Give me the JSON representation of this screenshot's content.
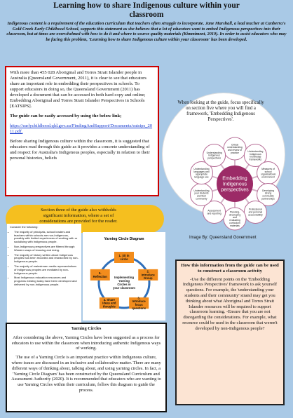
{
  "title": "Learning how to share Indigenous culture within your classroom",
  "intro": "Indigenous content is a requirement of the education curriculum that teachers often struggle to incorporate. Jane Marshall, a lead teacher at Canberra's Gold Creek Early Childhood School, supports this statement as she believes that a lot of educators want to embed Indigenous perspectives into their classroom, but at times are overwhelmed with how to do it and where to source quality materials (Kimmiment, 2019). In order to assist educators who may be facing this problem, 'Learning how to share Indigenous culture within your classroom' has been developed.",
  "box1": {
    "p1": "With more than 455 028 Aboriginal and Torres Strait Islander people in Australia (Queensland Government, 2011), it is clear to see that educators share an important role in embedding their perspectives in schools. To support educators in doing so, the Queensland Government (2011) has developed a document that can be accessed in both hard copy and online; Embedding Aboriginal and Torres Strait Islander Perspectives in Schools [EATSIPS].",
    "link_heading": "The guide can be easily accessed by using the below link;",
    "link": "https://earlychildhood.qld.gov.au/FindingAndSupport/Documents/eatsips_2011.pdf.",
    "p2": "Before sharing Indigenous culture within the classroom, it is suggested that educators read through this guide as it provides a concrete understanding of and respect for Australia's Indigenous peoples, especially in relation to their personal histories, beliefs"
  },
  "framework_note": "When looking at the guide, focus specifically on section five where you will find a framework, 'Embedding Indigenous Perspectives'.",
  "framework": {
    "center": "Embedding Indigenous perspectives",
    "petals": [
      "Critical understanding and review of practice",
      "Understanding Indigenous knowledge frameworks",
      "Measures of school organisational environment",
      "Developing strong community partnerships",
      "Professional and personal accountability",
      "Planning, developing and evaluating curriculum materials",
      "Assessment and reporting",
      "Understanding your students and their community",
      "Understanding languages and appropriate language use",
      "Understanding Indigenous perspectives"
    ]
  },
  "image_credit": "Image By: Queensland Government",
  "bubble": "Section three of the guide also withholds significant information, where a set of considerations are provided for the reader.",
  "considerations": {
    "heading": "Consider the following:",
    "items": [
      "The majority of principals, school leaders and teachers within schools are non-Indigenous, possibly with limited experiences of working with or socialising with Indigenous people.",
      "Non-Indigenous perspectives are filtered through Western ways of knowing and doing.",
      "The majority of history written about Indigenous peoples has been recorded and researched by non-Indigenous people.",
      "The majority of mainstream media representations of Indigenous peoples are mediated by non-Indigenous people.",
      "Most Indigenous education resources and programs existing today have been developed and delivered by non-Indigenous people."
    ]
  },
  "yarning_diagram": {
    "title": "Yarning Circle Diagram",
    "center": "Implementing Yarning Circles in your classroom",
    "steps": [
      "1. Sit in circle",
      "2. Introduce Group",
      "3. Introduce focus questions",
      "4. Share ideas and thoughts",
      "5. Reflection"
    ]
  },
  "how": {
    "title": "How this information from the guide can be used to construct a classroom activity",
    "body": "-Use the different points on the 'Embedding Indigenous Perspectives' framework to ask yourself questions. For example, the 'understanding your students and their community' strand may get you thinking about what Aboriginal and Torres Strait Islander resources will be required to support classroom learning. -Ensure that you are not disregarding the considerations. For example, what resource could be used in the classroom that weren't developed by non-Indigenous people?"
  },
  "yarning": {
    "title": "Yarning Circles",
    "p1": "After considering the above, Yarning Circles have been suggested as a process for educators to use within the classroom when introducing authentic Indigenous ways of working.",
    "p2": "The use of a Yarning Circle is an important practice within Indigenous culture, where issues are discussed in an inclusive and collaborative matter. There are many different ways of thinking about, talking about, and using yarning circles. In fact, a 'Yarning Circle Diagram' has been constructed by the Queensland Curriculum and Assessment Authority (2020). It is recommended that educators who are wanting to use Yarning Circles within their curriculum, follow this diagram to guide the process."
  },
  "colors": {
    "background": "#a9c9e6",
    "accent_red": "#cc0000",
    "bubble": "#f5bf1f",
    "how_box": "#fce4d3",
    "petal": "#9c2b67",
    "yarn_node": "#f28c1c",
    "yarn_arrow": "#2f6fba"
  }
}
